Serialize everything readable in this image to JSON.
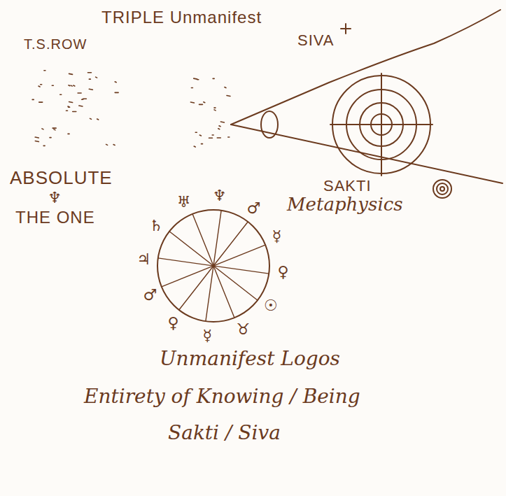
{
  "diagram": {
    "title": "TRIPLE Unmanifest",
    "labels": [
      "T.S.ROW",
      "ABSOLUTE",
      "♆",
      "THE ONE",
      "SIVA",
      "SAKTI",
      "Metaphysics",
      "♄",
      "♅",
      "♆",
      "♂",
      "☿",
      "♀",
      "☉",
      "♉",
      "☿",
      "♀",
      "♂",
      "♃",
      "Unmanifest Logos",
      "Entirety of Knowing / Being",
      "Sakti / Siva"
    ]
  }
}
